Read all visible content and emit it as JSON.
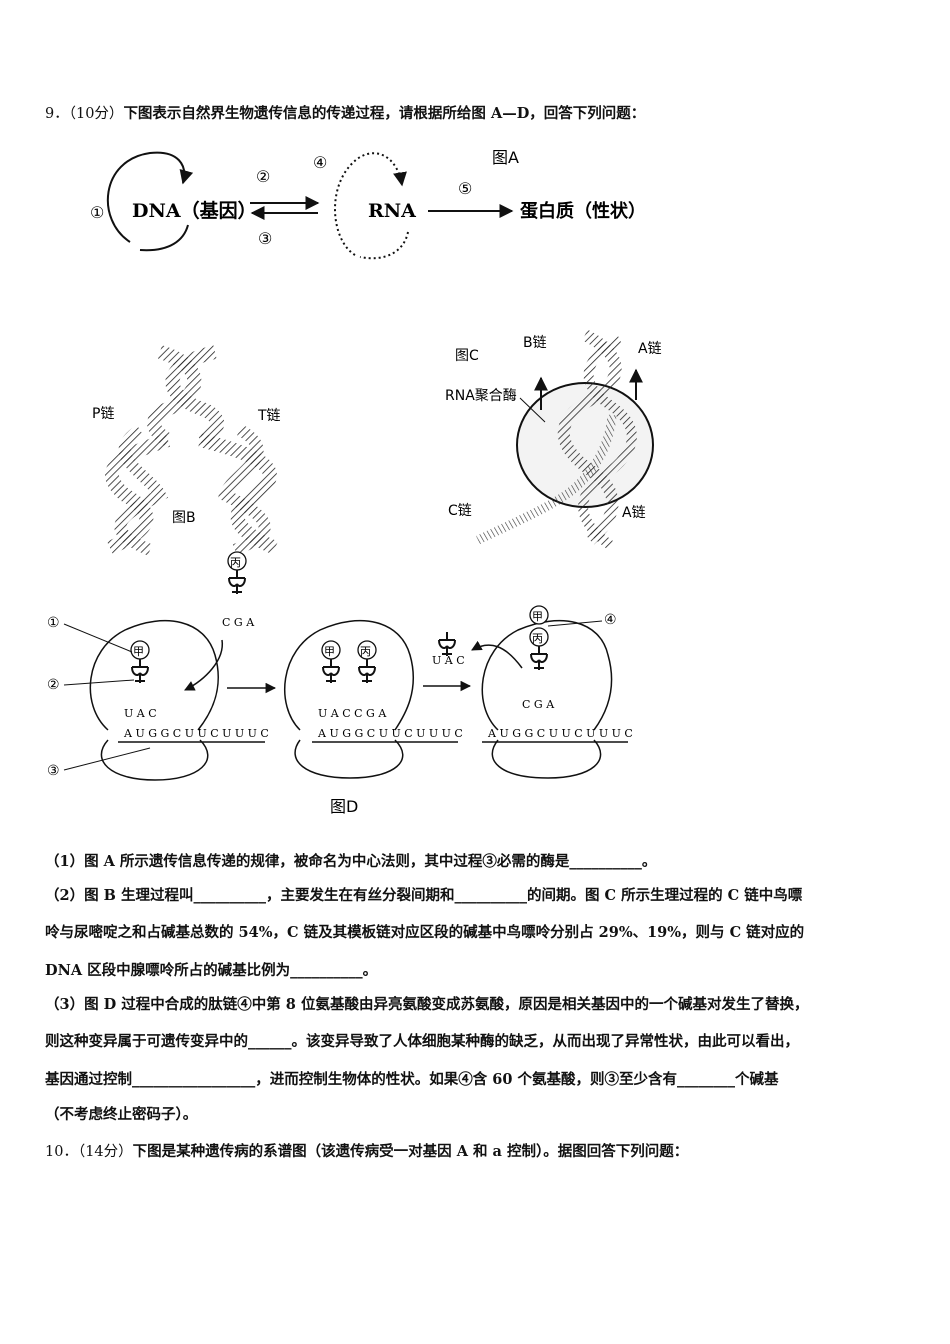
{
  "q9": {
    "number": "9．",
    "score": "（10分）",
    "stem": "下图表示自然界生物遗传信息的传递过程，请根据所给图 A—D，回答下列问题："
  },
  "figA": {
    "caption": "图A",
    "dna_label": "DNA（基因）",
    "rna_label": "RNA",
    "protein_label": "蛋白质（性状）",
    "step1": "①",
    "step2": "②",
    "step3": "③",
    "step4": "④",
    "step5": "⑤"
  },
  "figB": {
    "caption": "图B",
    "p_strand": "P链",
    "t_strand": "T链"
  },
  "figC": {
    "caption": "图C",
    "b_strand": "B链",
    "a_strand_top": "A链",
    "rna_pol": "RNA聚合酶",
    "c_strand": "C链",
    "a_strand_bottom": "A链"
  },
  "figD": {
    "caption": "图D",
    "mark1": "①",
    "mark2": "②",
    "mark3": "③",
    "mark4": "④",
    "jia": "甲",
    "bing": "丙",
    "trna_cga": "C G A",
    "trna_uac": "U A C",
    "anticodon1": "U A C",
    "anticodon2": "U A C C G A",
    "anticodon3": "C G A",
    "mrna1": "A U G G C U U C U U U C",
    "mrna2": "A U G G C U U C U U U C",
    "mrna3": "A U G G C U U C U U U C"
  },
  "para1": "（1）图 A 所示遗传信息传递的规律，被命名为中心法则，其中过程③必需的酶是__________。",
  "para2a": "（2）图 B 生理过程叫__________，主要发生在有丝分裂间期和__________的间期。图 C 所示生理过程的 C 链中鸟嘌",
  "para2b": "呤与尿嘧啶之和占碱基总数的 54%，C 链及其模板链对应区段的碱基中鸟嘌呤分别占 29%、19%，则与 C 链对应的",
  "para2c": "DNA 区段中腺嘌呤所占的碱基比例为__________。",
  "para3a": "（3）图 D 过程中合成的肽链④中第 8 位氨基酸由异亮氨酸变成苏氨酸，原因是相关基因中的一个碱基对发生了替换，",
  "para3b": "则这种变异属于可遗传变异中的______。该变异导致了人体细胞某种酶的缺乏，从而出现了异常性状，由此可以看出，",
  "para3c": "基因通过控制_________________，进而控制生物体的性状。如果④含 60 个氨基酸，则③至少含有________个碱基",
  "para3d": "（不考虑终止密码子）。",
  "q10": {
    "number": "10．",
    "score": "（14分）",
    "stem": "下图是某种遗传病的系谱图（该遗传病受一对基因 A 和 a 控制）。据图回答下列问题："
  }
}
